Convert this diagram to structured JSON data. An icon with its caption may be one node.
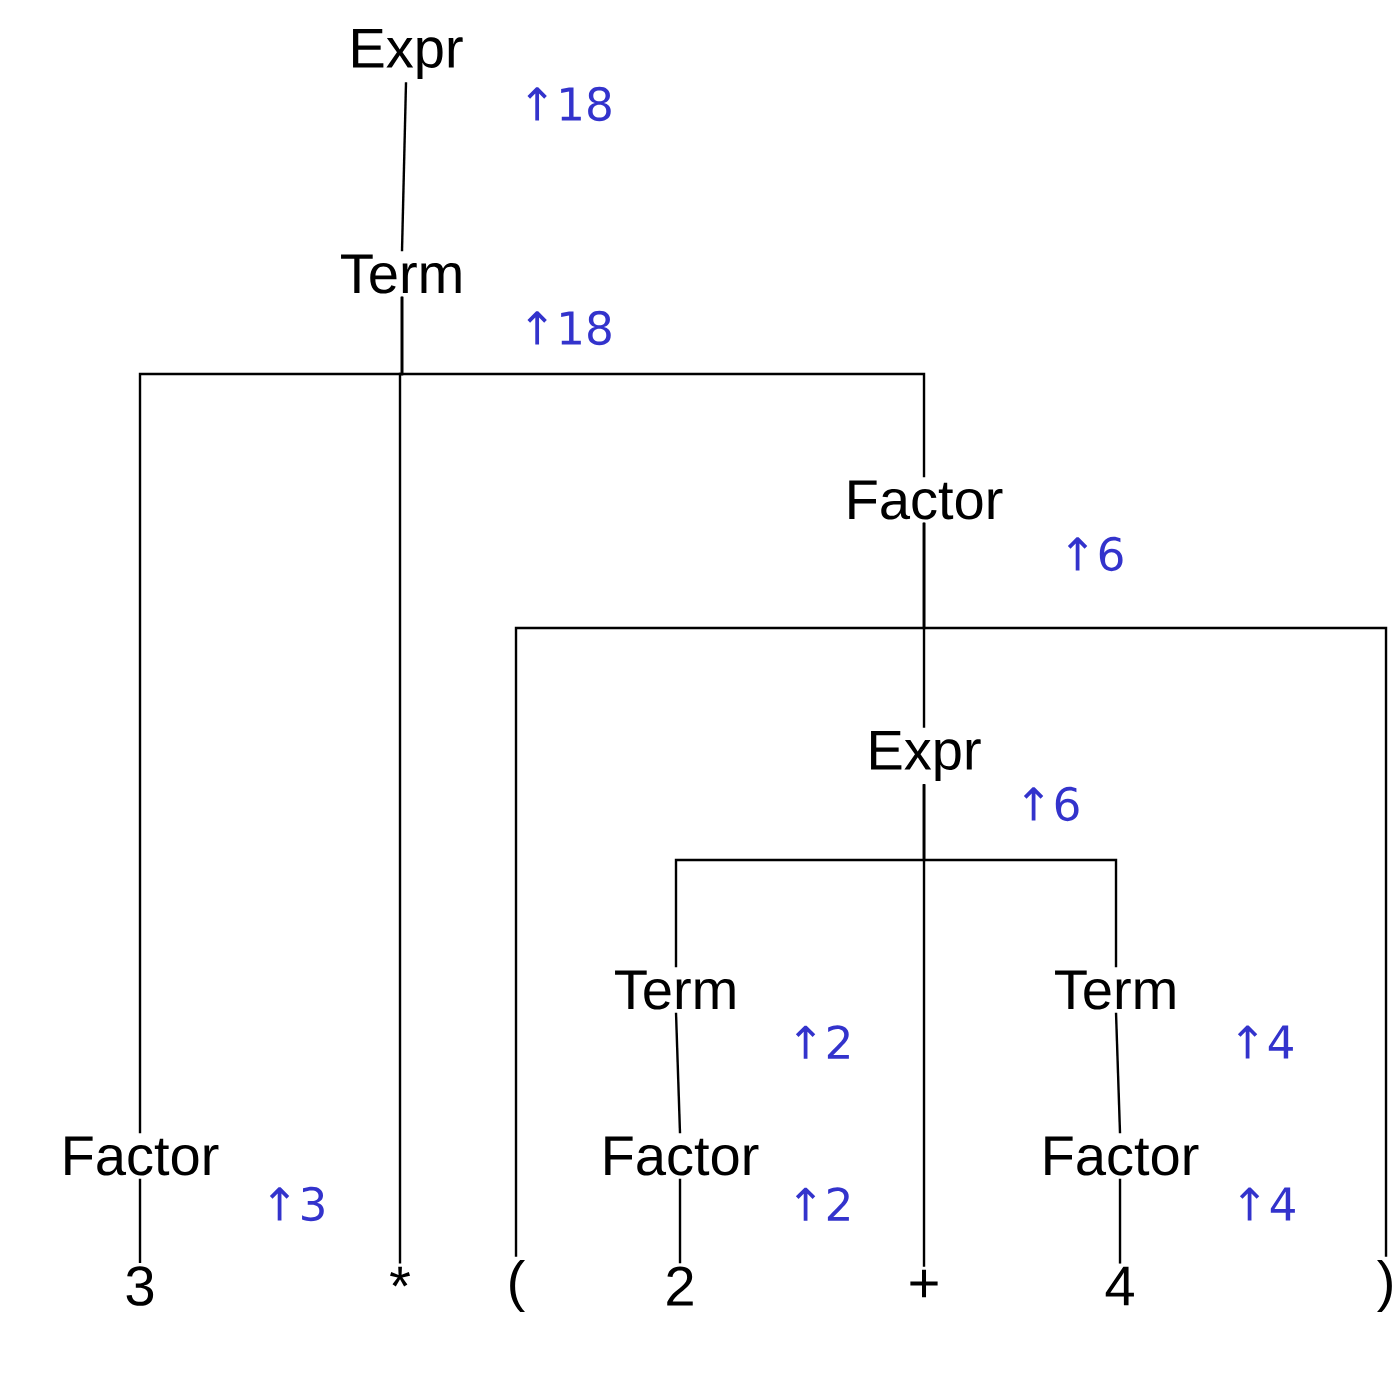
{
  "diagram": {
    "nodes": [
      {
        "text": [
          "Expr"
        ],
        "beside": [
          "↑18"
        ]
      },
      {
        "text": [
          "Term"
        ],
        "beside": [
          "↑18"
        ]
      },
      {
        "text": [
          "Factor"
        ],
        "beside": [
          "↑6"
        ]
      },
      {
        "text": [
          "Expr"
        ],
        "beside": [
          "↑6"
        ]
      },
      {
        "text": [
          "Term"
        ],
        "beside": [
          "↑2"
        ]
      },
      {
        "text": [
          "Term"
        ],
        "beside": [
          "↑4"
        ]
      },
      {
        "text": [
          "Factor"
        ],
        "beside": [
          "↑3"
        ]
      },
      {
        "text": [
          "Factor"
        ],
        "beside": [
          "↑2"
        ]
      },
      {
        "text": [
          "Factor"
        ],
        "beside": [
          "↑4"
        ]
      },
      {
        "text": [
          "3"
        ]
      },
      {
        "text": [
          "*"
        ]
      },
      {
        "text": [
          "("
        ]
      },
      {
        "text": [
          "2"
        ]
      },
      {
        "text": [
          "+"
        ]
      },
      {
        "text": [
          "4"
        ]
      },
      {
        "text": [
          ")"
        ]
      }
    ],
    "edges": [
      {
        "from": 0,
        "to": 1,
        "arrow": "none"
      },
      {
        "from": 1,
        "to": 6,
        "arrow": "none"
      },
      {
        "from": 1,
        "to": 10,
        "arrow": "none"
      },
      {
        "from": 1,
        "to": 2,
        "arrow": "none"
      },
      {
        "from": 2,
        "to": 11,
        "arrow": "none"
      },
      {
        "from": 2,
        "to": 3,
        "arrow": "none"
      },
      {
        "from": 2,
        "to": 15,
        "arrow": "none"
      },
      {
        "from": 3,
        "to": 4,
        "arrow": "none"
      },
      {
        "from": 3,
        "to": 13,
        "arrow": "none"
      },
      {
        "from": 3,
        "to": 5,
        "arrow": "none"
      },
      {
        "from": 4,
        "to": 7,
        "arrow": "none"
      },
      {
        "from": 5,
        "to": 8,
        "arrow": "none"
      },
      {
        "from": 6,
        "to": 9,
        "arrow": "none"
      },
      {
        "from": 7,
        "to": 12,
        "arrow": "none"
      },
      {
        "from": 8,
        "to": 14,
        "arrow": "none"
      }
    ]
  }
}
